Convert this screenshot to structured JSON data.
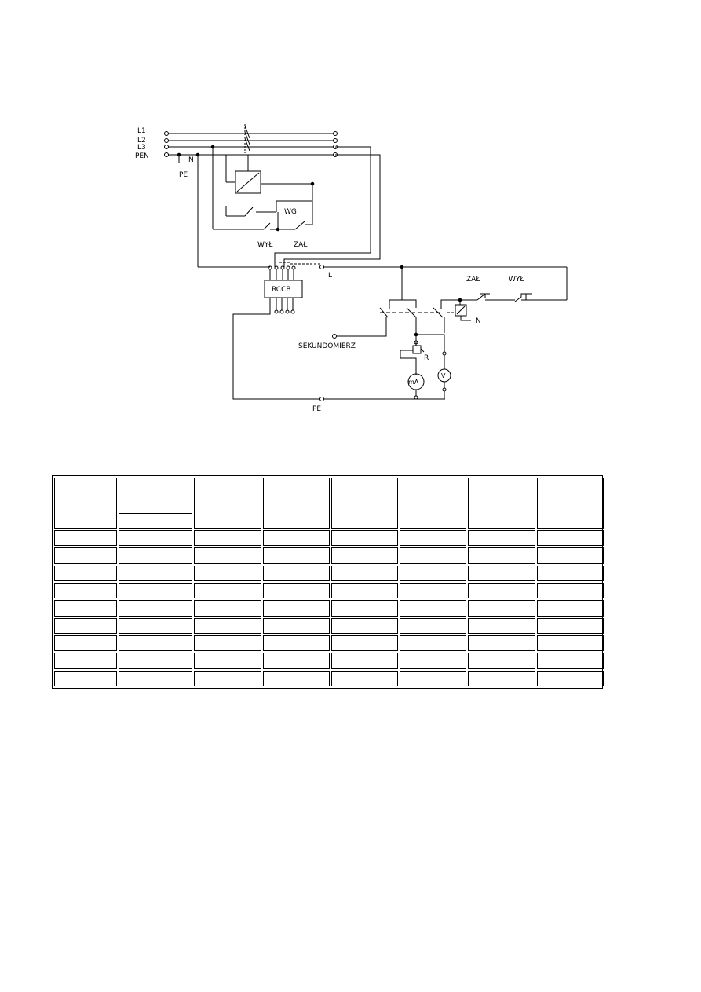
{
  "diagram": {
    "labels": {
      "l1": "L1",
      "l2": "L2",
      "l3": "L3",
      "pen": "PEN",
      "n_top": "N",
      "pe_top": "PE",
      "wg": "WG",
      "wyl_left": "WYŁ",
      "zal_left": "ZAŁ",
      "l_phase": "L",
      "rccb": "RCCB",
      "zal_right": "ZAŁ",
      "wyl_right": "WYŁ",
      "n_right": "N",
      "sekundomierz": "SEKUNDOMIERZ",
      "r": "R",
      "ma": "mA",
      "v": "V",
      "pe_bottom": "PE"
    }
  },
  "table": {
    "columns": 8,
    "header_rows": 2,
    "body_groups": [
      2,
      3,
      2,
      2
    ]
  }
}
